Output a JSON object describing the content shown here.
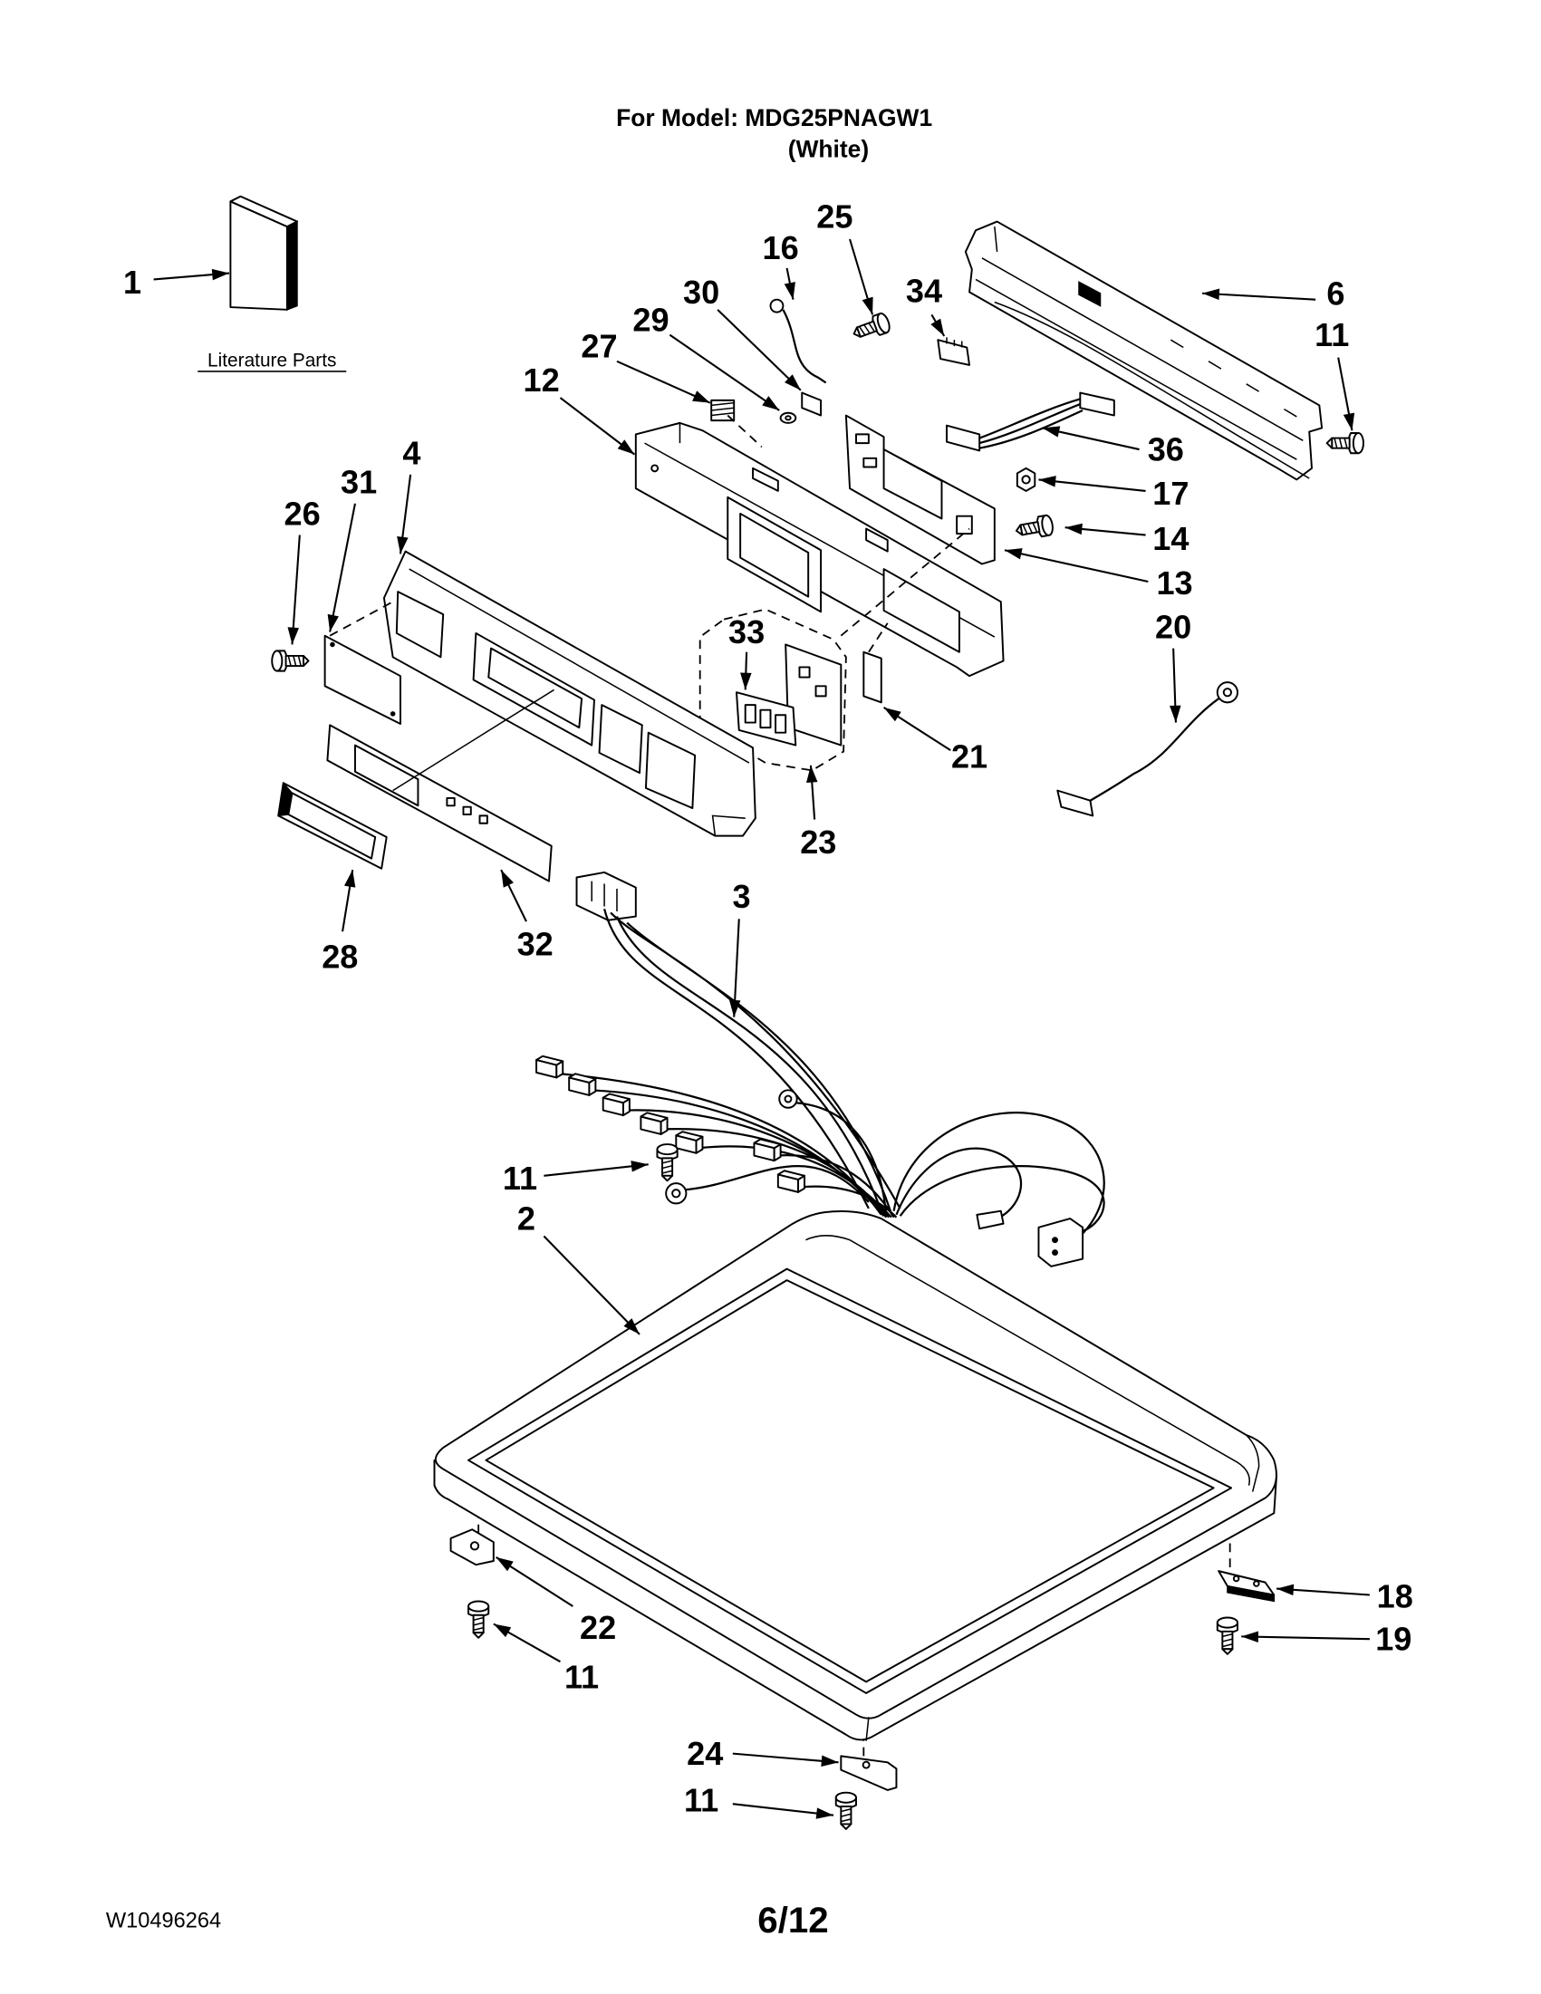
{
  "header": {
    "model_line": "For Model: MDG25PNAGW1",
    "color_line": "(White)"
  },
  "literature": {
    "label": "Literature Parts"
  },
  "callouts": [
    "1",
    "25",
    "16",
    "30",
    "29",
    "27",
    "12",
    "34",
    "6",
    "11",
    "36",
    "17",
    "14",
    "13",
    "20",
    "21",
    "23",
    "33",
    "4",
    "31",
    "26",
    "28",
    "32",
    "3",
    "11",
    "2",
    "22",
    "11",
    "18",
    "19",
    "24",
    "11"
  ],
  "footer": {
    "document_number": "W10496264",
    "page_indicator": "6/12"
  }
}
